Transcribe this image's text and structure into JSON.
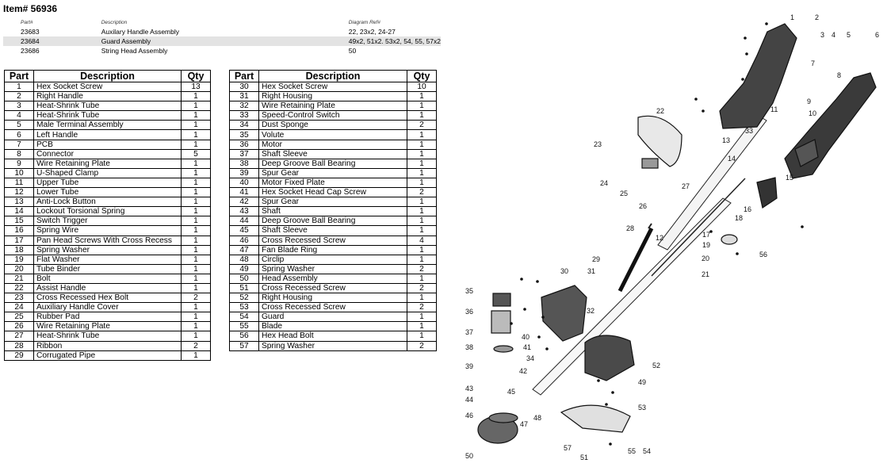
{
  "item_title": "Item# 56936",
  "summary": {
    "headers": [
      "Part#",
      "Description",
      "Diagram Ref#"
    ],
    "rows": [
      {
        "part": "23683",
        "desc": "Auxilary Handle Assembly",
        "ref": "22, 23x2, 24-27"
      },
      {
        "part": "23684",
        "desc": "Guard Assembly",
        "ref": "49x2, 51x2. 53x2, 54, 55, 57x2"
      },
      {
        "part": "23686",
        "desc": "String Head Assembly",
        "ref": "50"
      }
    ]
  },
  "parts_headers": [
    "Part",
    "Description",
    "Qty"
  ],
  "parts_left": [
    [
      "1",
      "Hex Socket Screw",
      "13"
    ],
    [
      "2",
      "Right Handle",
      "1"
    ],
    [
      "3",
      "Heat-Shrink Tube",
      "1"
    ],
    [
      "4",
      "Heat-Shrink Tube",
      "1"
    ],
    [
      "5",
      "Male Terminal Assembly",
      "1"
    ],
    [
      "6",
      "Left Handle",
      "1"
    ],
    [
      "7",
      "PCB",
      "1"
    ],
    [
      "8",
      "Connector",
      "5"
    ],
    [
      "9",
      "Wire Retaining Plate",
      "1"
    ],
    [
      "10",
      "U-Shaped Clamp",
      "1"
    ],
    [
      "11",
      "Upper Tube",
      "1"
    ],
    [
      "12",
      "Lower Tube",
      "1"
    ],
    [
      "13",
      "Anti-Lock Button",
      "1"
    ],
    [
      "14",
      "Lockout Torsional Spring",
      "1"
    ],
    [
      "15",
      "Switch Trigger",
      "1"
    ],
    [
      "16",
      "Spring Wire",
      "1"
    ],
    [
      "17",
      "Pan Head Screws With Cross Recess",
      "1"
    ],
    [
      "18",
      "Spring Washer",
      "1"
    ],
    [
      "19",
      "Flat Washer",
      "1"
    ],
    [
      "20",
      "Tube Binder",
      "1"
    ],
    [
      "21",
      "Bolt",
      "1"
    ],
    [
      "22",
      "Assist Handle",
      "1"
    ],
    [
      "23",
      "Cross Recessed Hex Bolt",
      "2"
    ],
    [
      "24",
      "Auxiliary Handle Cover",
      "1"
    ],
    [
      "25",
      "Rubber Pad",
      "1"
    ],
    [
      "26",
      "Wire Retaining Plate",
      "1"
    ],
    [
      "27",
      "Heat-Shrink Tube",
      "1"
    ],
    [
      "28",
      "Ribbon",
      "2"
    ],
    [
      "29",
      "Corrugated Pipe",
      "1"
    ]
  ],
  "parts_right": [
    [
      "30",
      "Hex Socket Screw",
      "10"
    ],
    [
      "31",
      "Right Housing",
      "1"
    ],
    [
      "32",
      "Wire Retaining Plate",
      "1"
    ],
    [
      "33",
      "Speed-Control Switch",
      "1"
    ],
    [
      "34",
      "Dust Sponge",
      "2"
    ],
    [
      "35",
      "Volute",
      "1"
    ],
    [
      "36",
      "Motor",
      "1"
    ],
    [
      "37",
      "Shaft Sleeve",
      "1"
    ],
    [
      "38",
      "Deep Groove Ball Bearing",
      "1"
    ],
    [
      "39",
      "Spur Gear",
      "1"
    ],
    [
      "40",
      "Motor Fixed Plate",
      "1"
    ],
    [
      "41",
      "Hex Socket Head Cap Screw",
      "2"
    ],
    [
      "42",
      "Spur Gear",
      "1"
    ],
    [
      "43",
      "Shaft",
      "1"
    ],
    [
      "44",
      "Deep Groove Ball Bearing",
      "1"
    ],
    [
      "45",
      "Shaft Sleeve",
      "1"
    ],
    [
      "46",
      "Cross Recessed Screw",
      "4"
    ],
    [
      "47",
      "Fan Blade Ring",
      "1"
    ],
    [
      "48",
      "Circlip",
      "1"
    ],
    [
      "49",
      "Spring Washer",
      "2"
    ],
    [
      "50",
      "Head Assembly",
      "1"
    ],
    [
      "51",
      "Cross Recessed Screw",
      "2"
    ],
    [
      "52",
      "Right Housing",
      "1"
    ],
    [
      "53",
      "Cross Recessed Screw",
      "2"
    ],
    [
      "54",
      "Guard",
      "1"
    ],
    [
      "55",
      "Blade",
      "1"
    ],
    [
      "56",
      "Hex Head Bolt",
      "1"
    ],
    [
      "57",
      "Spring Washer",
      "2"
    ]
  ],
  "diagram_labels": [
    "1",
    "2",
    "3",
    "4",
    "5",
    "6",
    "7",
    "8",
    "9",
    "10",
    "11",
    "12",
    "13",
    "14",
    "15",
    "16",
    "17",
    "18",
    "19",
    "20",
    "21",
    "22",
    "23",
    "24",
    "25",
    "26",
    "27",
    "28",
    "29",
    "30",
    "31",
    "32",
    "33",
    "34",
    "35",
    "36",
    "37",
    "38",
    "39",
    "40",
    "41",
    "42",
    "43",
    "44",
    "45",
    "46",
    "47",
    "48",
    "49",
    "50",
    "51",
    "52",
    "53",
    "54",
    "55",
    "56",
    "57"
  ]
}
